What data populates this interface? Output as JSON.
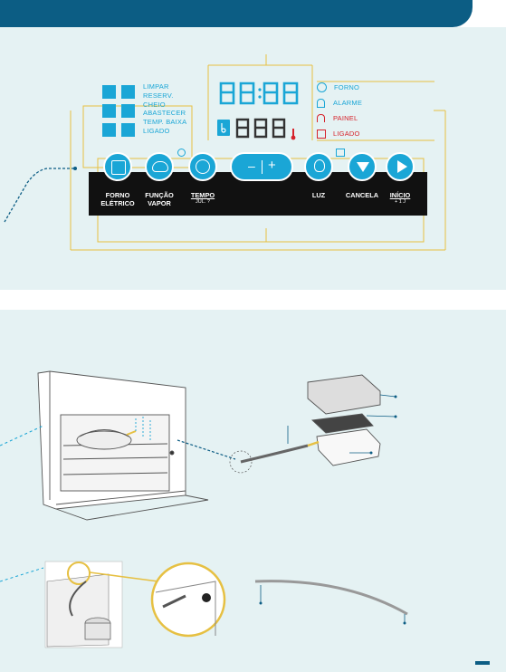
{
  "display": {
    "clock_digits": "8888",
    "temp_digits": "888"
  },
  "left_indicators": {
    "items": [
      {
        "label": "LIMPAR"
      },
      {
        "label": "RESERV."
      },
      {
        "label": "CHEIO"
      },
      {
        "label": "ABASTECER"
      },
      {
        "label": "TEMP. BAIXA"
      },
      {
        "label": "LIGADO"
      }
    ]
  },
  "right_indicators": {
    "items": [
      {
        "label": "FORNO",
        "color": "#1aa6d6"
      },
      {
        "label": "ALARME",
        "color": "#1aa6d6"
      },
      {
        "label": "PAINEL",
        "color": "#d6232b"
      },
      {
        "label": "LIGADO",
        "color": "#d6232b"
      }
    ]
  },
  "buttons": {
    "forno_eletrico": {
      "line1": "FORNO",
      "line2": "ELÉTRICO"
    },
    "funcao_vapor": {
      "line1": "FUNÇÃO",
      "line2": "VAPOR"
    },
    "tempo": {
      "line1": "TEMPO",
      "line2": "JUL. ?"
    },
    "pill": {
      "minus": "–",
      "plus": "+"
    },
    "luz": {
      "line1": "LUZ"
    },
    "cancela": {
      "line1": "CANCELA"
    },
    "inicio": {
      "line1": "INÍCIO",
      "line2": "+ 1 J"
    }
  },
  "colors": {
    "accent": "#1aa6d6",
    "dark": "#0c5d84",
    "alert": "#d6232b",
    "callout": "#e6c042"
  }
}
